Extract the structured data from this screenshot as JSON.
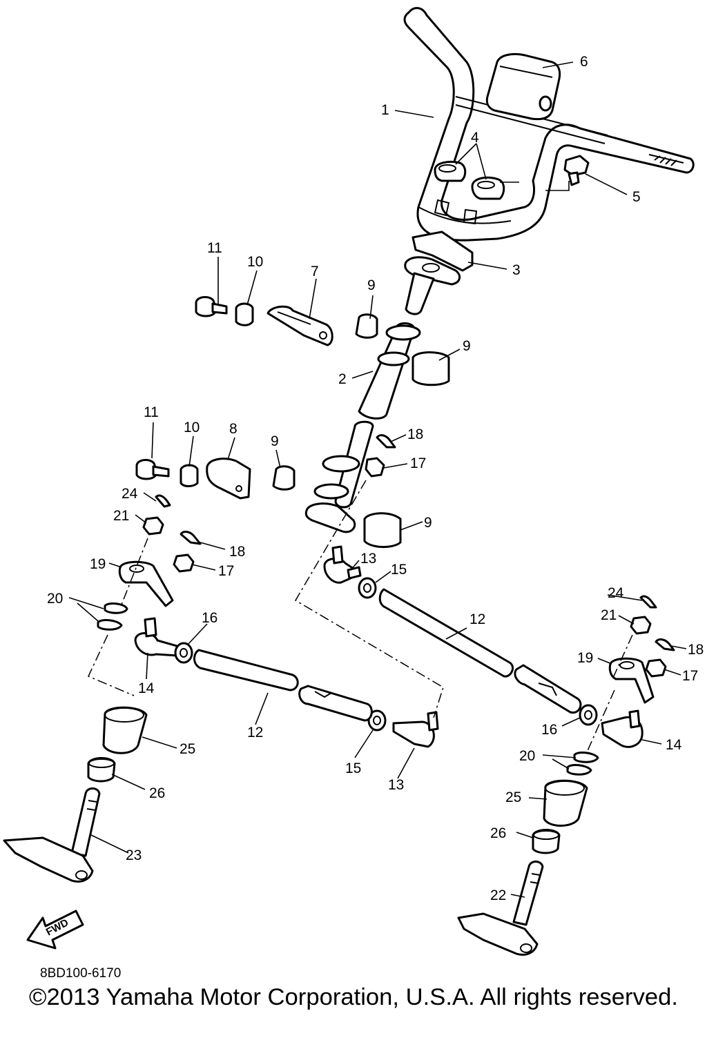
{
  "diagram": {
    "callouts": {
      "n1": "1",
      "n2": "2",
      "n3": "3",
      "n4": "4",
      "n5": "5",
      "n6": "6",
      "n7": "7",
      "n8": "8",
      "n9a": "9",
      "n9b": "9",
      "n9c": "9",
      "n9d": "9",
      "n10a": "10",
      "n10b": "10",
      "n11a": "11",
      "n11b": "11",
      "n12a": "12",
      "n12b": "12",
      "n13a": "13",
      "n13b": "13",
      "n14a": "14",
      "n14b": "14",
      "n15a": "15",
      "n15b": "15",
      "n16a": "16",
      "n16b": "16",
      "n17a": "17",
      "n17b": "17",
      "n17c": "17",
      "n18a": "18",
      "n18b": "18",
      "n18c": "18",
      "n19a": "19",
      "n19b": "19",
      "n20a": "20",
      "n20b": "20",
      "n21a": "21",
      "n21b": "21",
      "n22": "22",
      "n23": "23",
      "n24a": "24",
      "n24b": "24",
      "n25a": "25",
      "n25b": "25",
      "n26a": "26",
      "n26b": "26"
    },
    "fwd_label": "FWD",
    "diagram_code": "8BD100-6170",
    "copyright": "©2013 Yamaha Motor Corporation, U.S.A. All rights reserved."
  }
}
